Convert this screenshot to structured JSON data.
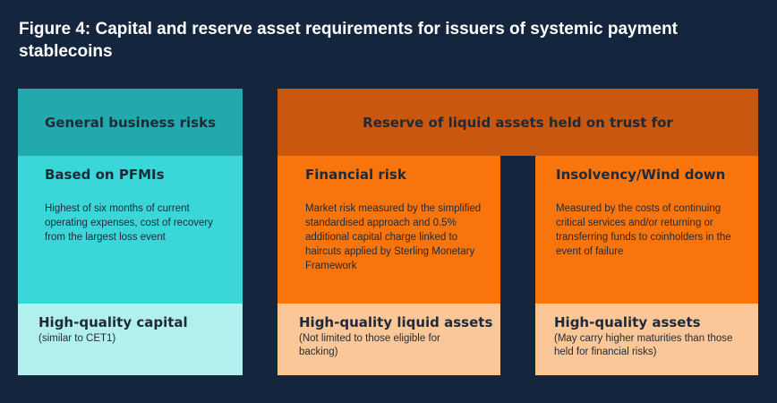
{
  "title": "Figure 4: Capital and reserve asset requirements for issuers of systemic payment stablecoins",
  "colors": {
    "background": "#13263d",
    "teal_header": "#22a9ac",
    "teal_body": "#3bd6d8",
    "teal_light": "#b2efef",
    "orange_header": "#c9570d",
    "orange_body": "#f8750e",
    "orange_light": "#fbc698"
  },
  "left_panel": {
    "header": "General business risks",
    "subtitle": "Based on PFMIs",
    "description": "Highest of six months of current operating expenses, cost of recovery from the largest loss event",
    "asset_title": "High-quality capital",
    "asset_note": "(similar to CET1)"
  },
  "right_panel": {
    "header": "Reserve of liquid assets held on trust for",
    "columns": [
      {
        "subtitle": "Financial risk",
        "description": "Market risk measured by the simplified standardised approach and 0.5% additional capital charge linked to haircuts applied by Sterling Monetary Framework",
        "asset_title": "High-quality liquid assets",
        "asset_note": "(Not limited to those eligible for backing)"
      },
      {
        "subtitle": "Insolvency/Wind down",
        "description": "Measured by the costs of continuing critical services and/or returning or transferring funds to coinholders in the event of failure",
        "asset_title": "High-quality assets",
        "asset_note": "(May carry higher maturities than those held for financial risks)"
      }
    ]
  }
}
